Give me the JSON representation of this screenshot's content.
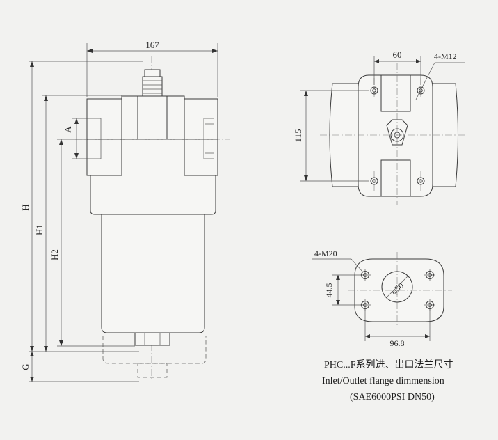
{
  "dimensions": {
    "width_167": "167",
    "H": "H",
    "H1": "H1",
    "H2": "H2",
    "A": "A",
    "G": "G",
    "d60": "60",
    "d115": "115",
    "bolts_top": "4-M12",
    "bolts_bottom": "4-M20",
    "d44_5": "44.5",
    "d96_8": "96.8",
    "dia50": "φ50"
  },
  "caption": {
    "line1": "PHC...F系列进、出口法兰尺寸",
    "line2": "Inlet/Outlet flange dimmension",
    "line3": "(SAE6000PSI DN50)"
  },
  "colors": {
    "line": "#3a3a3a",
    "paper": "#f2f2f0"
  }
}
